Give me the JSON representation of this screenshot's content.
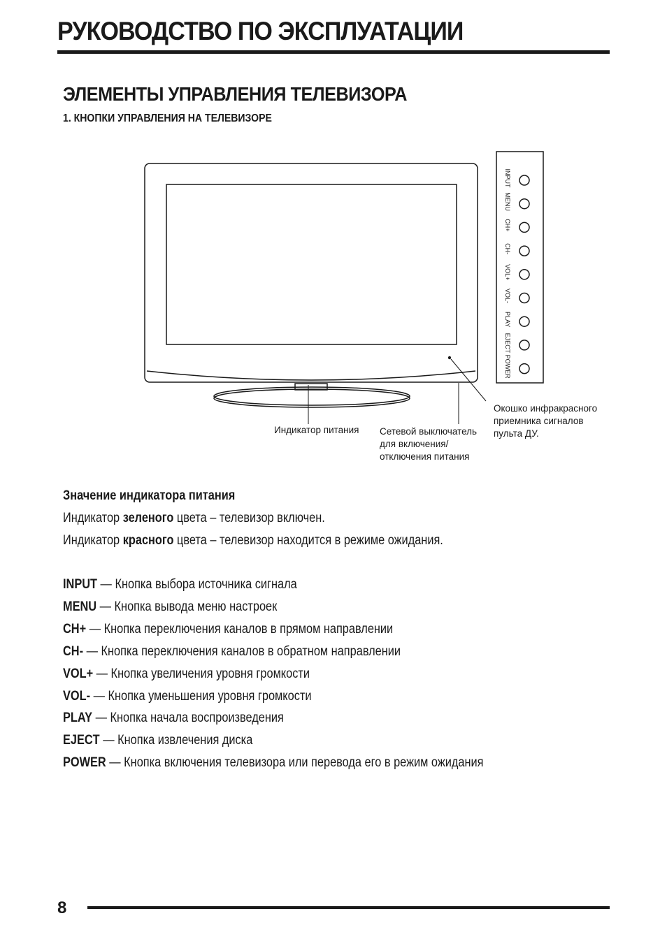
{
  "header": {
    "title": "РУКОВОДСТВО ПО ЭКСПЛУАТАЦИИ"
  },
  "section": {
    "title": "ЭЛЕМЕНТЫ УПРАВЛЕНИЯ ТЕЛЕВИЗОРА",
    "subtitle": "1. КНОПКИ УПРАВЛЕНИЯ НА ТЕЛЕВИЗОРЕ"
  },
  "figure": {
    "panel_labels": [
      "INPUT",
      "MENU",
      "CH+",
      "CH-",
      "VOL+",
      "VOL-",
      "PLAY",
      "EJECT",
      "POWER"
    ],
    "callouts": {
      "indicator": "Индикатор питания",
      "switch": "Сетевой выключатель\nдля включения/\nотключения питания",
      "ir_window": "Окошко инфракрасного\nприемника сигналов\nпульта ДУ."
    }
  },
  "indicator_meaning": {
    "heading": "Значение индикатора питания",
    "green": {
      "prefix": "Индикатор ",
      "color_word": "зеленого",
      "suffix": " цвета – телевизор включен."
    },
    "red": {
      "prefix": "Индикатор ",
      "color_word": "красного",
      "suffix": " цвета – телевизор находится в режиме ожидания."
    }
  },
  "buttons": [
    {
      "key": "INPUT",
      "desc": " — Кнопка выбора источника сигнала"
    },
    {
      "key": "MENU",
      "desc": " — Кнопка вывода меню настроек"
    },
    {
      "key": "CH+",
      "desc": " —  Кнопка переключения каналов в прямом направлении"
    },
    {
      "key": "CH-",
      "desc": " — Кнопка переключения каналов в обратном направлении"
    },
    {
      "key": "VOL+",
      "desc": " — Кнопка увеличения уровня громкости"
    },
    {
      "key": "VOL-",
      "desc": " — Кнопка уменьшения уровня громкости"
    },
    {
      "key": "PLAY",
      "desc": " — Кнопка начала воспроизведения"
    },
    {
      "key": "EJECT",
      "desc": " — Кнопка извлечения диска"
    },
    {
      "key": "POWER",
      "desc": " — Кнопка включения телевизора или перевода его в режим ожидания"
    }
  ],
  "footer": {
    "page_number": "8"
  }
}
